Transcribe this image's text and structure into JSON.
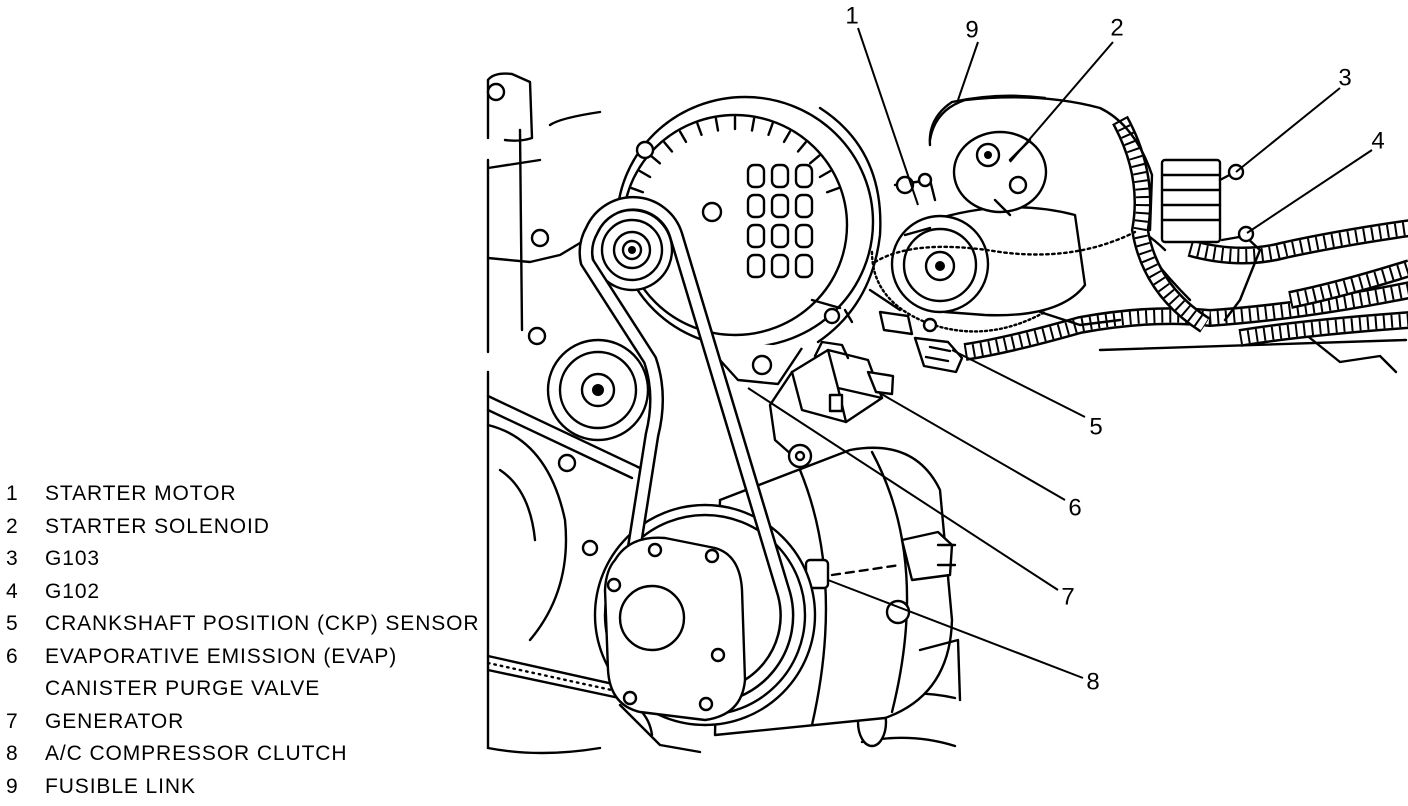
{
  "legend": {
    "items": [
      {
        "num": "1",
        "label": "STARTER MOTOR"
      },
      {
        "num": "2",
        "label": "STARTER SOLENOID"
      },
      {
        "num": "3",
        "label": "G103"
      },
      {
        "num": "4",
        "label": "G102"
      },
      {
        "num": "5",
        "label": "CRANKSHAFT POSITION (CKP) SENSOR"
      },
      {
        "num": "6",
        "label": "EVAPORATIVE EMISSION (EVAP)",
        "label_line2": "CANISTER PURGE VALVE"
      },
      {
        "num": "7",
        "label": "GENERATOR"
      },
      {
        "num": "8",
        "label": "A/C COMPRESSOR CLUTCH"
      },
      {
        "num": "9",
        "label": "FUSIBLE LINK"
      }
    ]
  },
  "callouts": {
    "starter_motor": "1",
    "starter_solenoid": "2",
    "g103": "3",
    "g102": "4",
    "ckp_sensor": "5",
    "evap_purge_valve": "6",
    "generator": "7",
    "ac_compressor_clutch": "8",
    "fusible_link": "9"
  },
  "colors": {
    "line": "#000000",
    "background": "#ffffff"
  }
}
